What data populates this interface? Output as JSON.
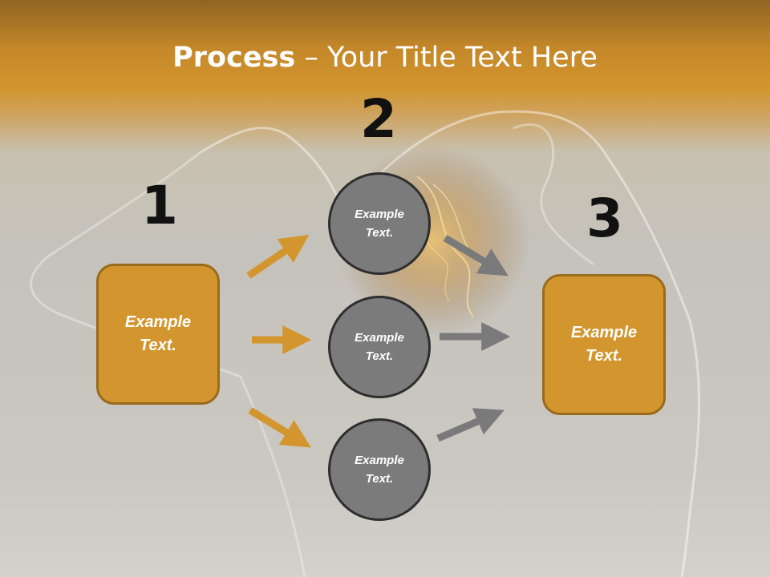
{
  "title": {
    "bold": "Process",
    "rest": " – Your Title Text Here"
  },
  "steps": {
    "one": "1",
    "two": "2",
    "three": "3"
  },
  "left_box": {
    "text": "Example\nText."
  },
  "circles": [
    {
      "text": "Example\nText."
    },
    {
      "text": "Example\nText."
    },
    {
      "text": "Example\nText."
    }
  ],
  "right_box": {
    "text": "Example\nText."
  },
  "colors": {
    "accent": "#d3962f",
    "accent_border": "#9a6a1e",
    "circle_fill": "#7b7b7b",
    "circle_border": "#2e2e2e",
    "gray_arrow": "#7a7a7a"
  }
}
